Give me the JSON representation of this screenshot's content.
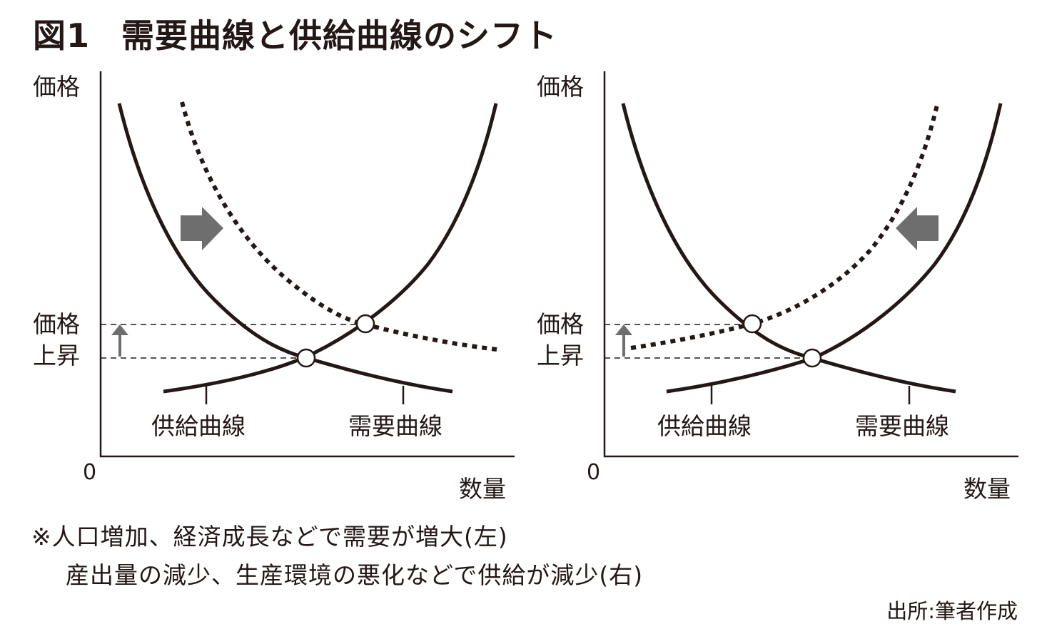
{
  "figure": {
    "number": "図1",
    "title": "需要曲線と供給曲線のシフト"
  },
  "panels": [
    {
      "id": "left",
      "y_axis_label": "価格",
      "price_label_line1": "価格",
      "price_label_line2": "上昇",
      "origin_label": "0",
      "x_axis_label": "数量",
      "supply_label": "供給曲線",
      "demand_label": "需要曲線",
      "shifted_curve": "demand",
      "shift_direction": "right"
    },
    {
      "id": "right",
      "y_axis_label": "価格",
      "price_label_line1": "価格",
      "price_label_line2": "上昇",
      "origin_label": "0",
      "x_axis_label": "数量",
      "supply_label": "供給曲線",
      "demand_label": "需要曲線",
      "shifted_curve": "supply",
      "shift_direction": "left"
    }
  ],
  "notes": {
    "line1": "※人口増加、経済成長などで需要が増大(左)",
    "line2": "産出量の減少、生産環境の悪化などで供給が減少(右)"
  },
  "source": "出所:筆者作成",
  "colors": {
    "ink": "#231815",
    "arrow_gray": "#6e6e6e",
    "background": "#ffffff"
  }
}
